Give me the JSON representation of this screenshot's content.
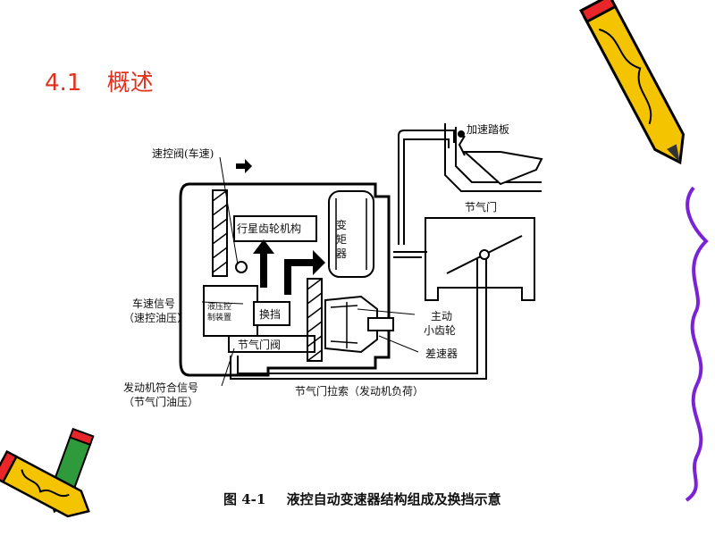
{
  "slide": {
    "section_number": "4.1",
    "section_title": "概述"
  },
  "figure": {
    "caption_number": "图 4-1",
    "caption_text": "液控自动变速器结构组成及换挡示意",
    "labels": {
      "speed_valve": "速控阀(车速)",
      "accel_pedal": "加速踏板",
      "throttle_top": "节气门",
      "planetary": "行星齿轮机构",
      "torque_converter": "变矩器",
      "hydraulic_control_1": "液压控",
      "hydraulic_control_2": "制装置",
      "shift": "换挡",
      "throttle_valve": "节气门阀",
      "drive_pinion_1": "主动",
      "drive_pinion_2": "小齿轮",
      "differential": "差速器",
      "vehicle_speed_signal_1": "车速信号",
      "vehicle_speed_signal_2": "（速控油压）",
      "engine_load_signal_1": "发动机符合信号",
      "engine_load_signal_2": "（节气门油压）",
      "throttle_cable": "节气门拉索（发动机负荷）"
    }
  },
  "colors": {
    "title_red": "#e0301e",
    "pencil_yellow": "#f5c400",
    "pencil_red": "#e8262a",
    "pencil_green": "#2e9a3c",
    "squiggle_purple": "#7a22d6"
  },
  "decorations": [
    "pencil-icon",
    "pencil-icon",
    "pencil-icon",
    "squiggle-line-icon"
  ]
}
